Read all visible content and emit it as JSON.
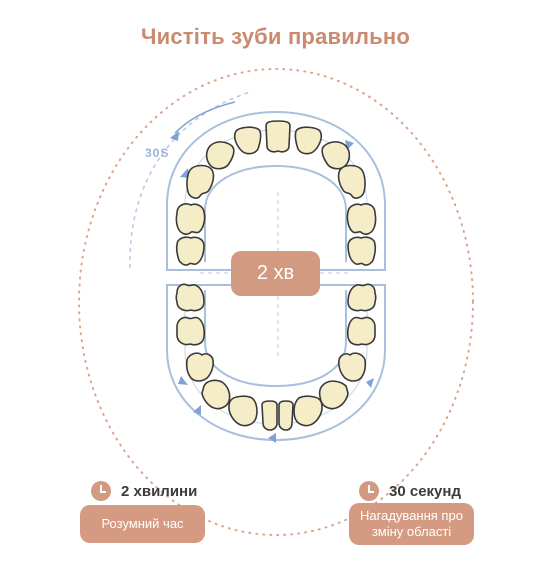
{
  "title": "Чистіть зуби правильно",
  "timer_label": "30S",
  "center_label": "2 хв",
  "features": [
    {
      "heading": "2 хвилини",
      "icon": "clock-icon",
      "description": "Розумний час"
    },
    {
      "heading": "30 секунд",
      "icon": "clock-icon",
      "description": "Нагадування про зміну області"
    }
  ],
  "colors": {
    "accent": "#d29a80",
    "title": "#c98a70",
    "arch_line": "#a9c0dd",
    "arrow": "#7fa3d4",
    "tooth_fill": "#f5edc7"
  }
}
